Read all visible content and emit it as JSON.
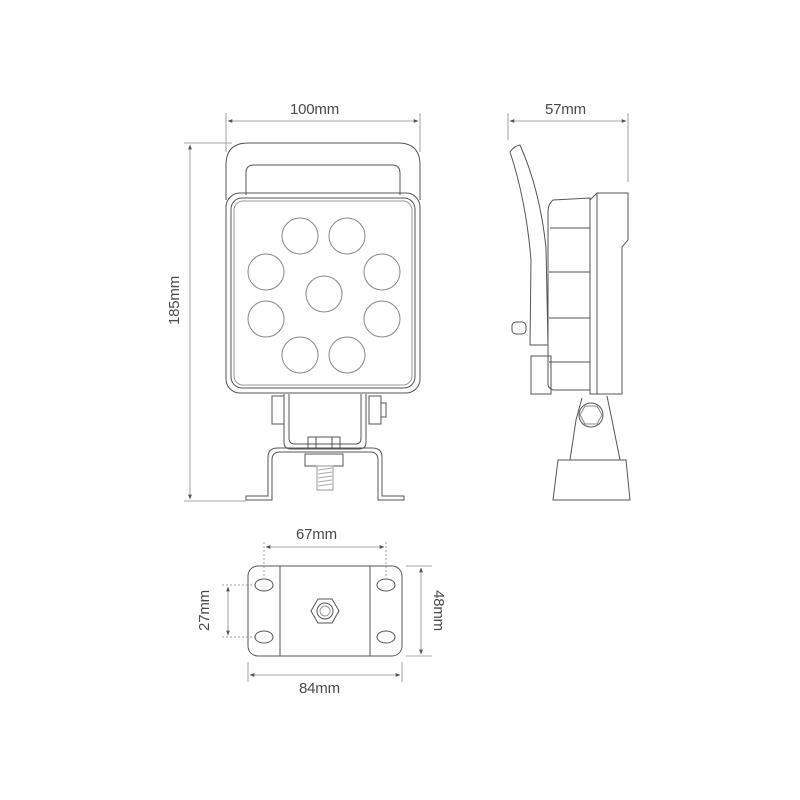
{
  "diagram": {
    "type": "technical-dimension-drawing",
    "subject": "LED work light with handle and mounting bracket",
    "views": [
      "front-view",
      "side-view",
      "base-plate-view"
    ],
    "colors": {
      "line": "#555555",
      "dimension_line": "#8a8a8a",
      "text": "#4a4a4a",
      "background": "#ffffff"
    },
    "led_count": 9
  },
  "dimensions": {
    "front_width": "100mm",
    "overall_height": "185mm",
    "side_depth": "57mm",
    "hole_spacing_horizontal": "67mm",
    "hole_spacing_vertical": "27mm",
    "base_width": "84mm",
    "base_height": "48mm"
  }
}
